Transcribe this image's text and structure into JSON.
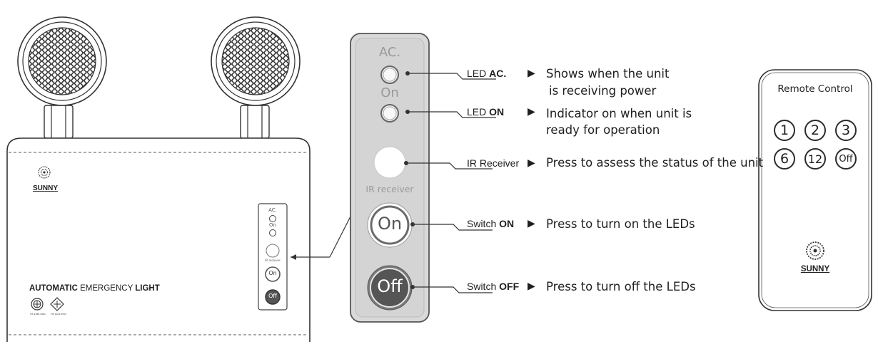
{
  "panel": {
    "ac_label": "AC.",
    "on_label": "On",
    "ir_label": "IR receiver",
    "switch_on_text": "On",
    "switch_off_text": "Off"
  },
  "callouts": [
    {
      "name_plain": "LED ",
      "name_bold": "AC.",
      "description_line1": "Shows when the unit",
      "description_line2": "is receiving power"
    },
    {
      "name_plain": "LED ",
      "name_bold": "ON",
      "description_line1": "Indicator on when unit is",
      "description_line2": "ready for operation"
    },
    {
      "name_plain": "IR Receiver",
      "name_bold": "",
      "description_line1": "Press to assess the status of the unit",
      "description_line2": ""
    },
    {
      "name_plain": "Switch ",
      "name_bold": "ON",
      "description_line1": "Press to turn on the LEDs",
      "description_line2": ""
    },
    {
      "name_plain": "Switch ",
      "name_bold": "OFF",
      "description_line1": "Press to turn off the LEDs",
      "description_line2": ""
    }
  ],
  "arrow_glyph": "▶",
  "unit": {
    "brand": "SUNNY",
    "product_bold1": "AUTOMATIC",
    "product_regular": " EMERGENCY ",
    "product_bold2": "LIGHT",
    "mini_ac": "AC.",
    "mini_on": "On",
    "mini_ir": "IR receiver",
    "mini_switch_on": "On",
    "mini_switch_off": "Off",
    "cert1": "TIS 1386-2561",
    "cert2": "TIS 1102-2553"
  },
  "remote": {
    "title": "Remote Control",
    "buttons": [
      "1",
      "2",
      "3",
      "6",
      "12",
      "Off"
    ],
    "brand": "SUNNY"
  }
}
